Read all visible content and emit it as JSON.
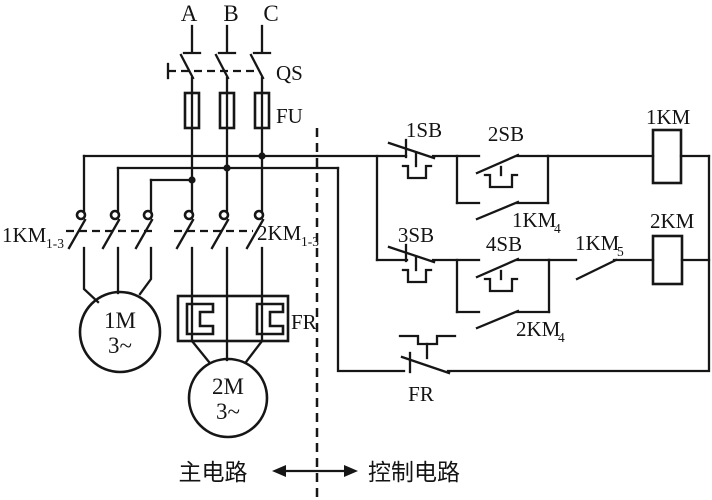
{
  "diagram_type": "electrical-schematic",
  "phases": {
    "a": "A",
    "b": "B",
    "c": "C"
  },
  "components": {
    "disconnect_switch": "QS",
    "fuse": "FU",
    "km1_main_contacts": {
      "name": "1KM",
      "sub": "1-3"
    },
    "km2_main_contacts": {
      "name": "2KM",
      "sub": "1-3"
    },
    "motor1": {
      "name": "1M",
      "type": "3~"
    },
    "motor2": {
      "name": "2M",
      "type": "3~"
    },
    "thermal_relay_main": "FR",
    "stop_button_1": "1SB",
    "start_button_1": "2SB",
    "stop_button_2": "3SB",
    "start_button_2": "4SB",
    "km1_aux_no": {
      "name": "1KM",
      "sub": "4"
    },
    "km2_aux_no": {
      "name": "2KM",
      "sub": "4"
    },
    "km1_aux_seq": {
      "name": "1KM",
      "sub": "5"
    },
    "coil_km1": "1KM",
    "coil_km2": "2KM",
    "thermal_relay_contact": "FR"
  },
  "captions": {
    "main_circuit": "主电路",
    "control_circuit": "控制电路"
  },
  "colors": {
    "line": "#161616",
    "background": "#ffffff"
  }
}
